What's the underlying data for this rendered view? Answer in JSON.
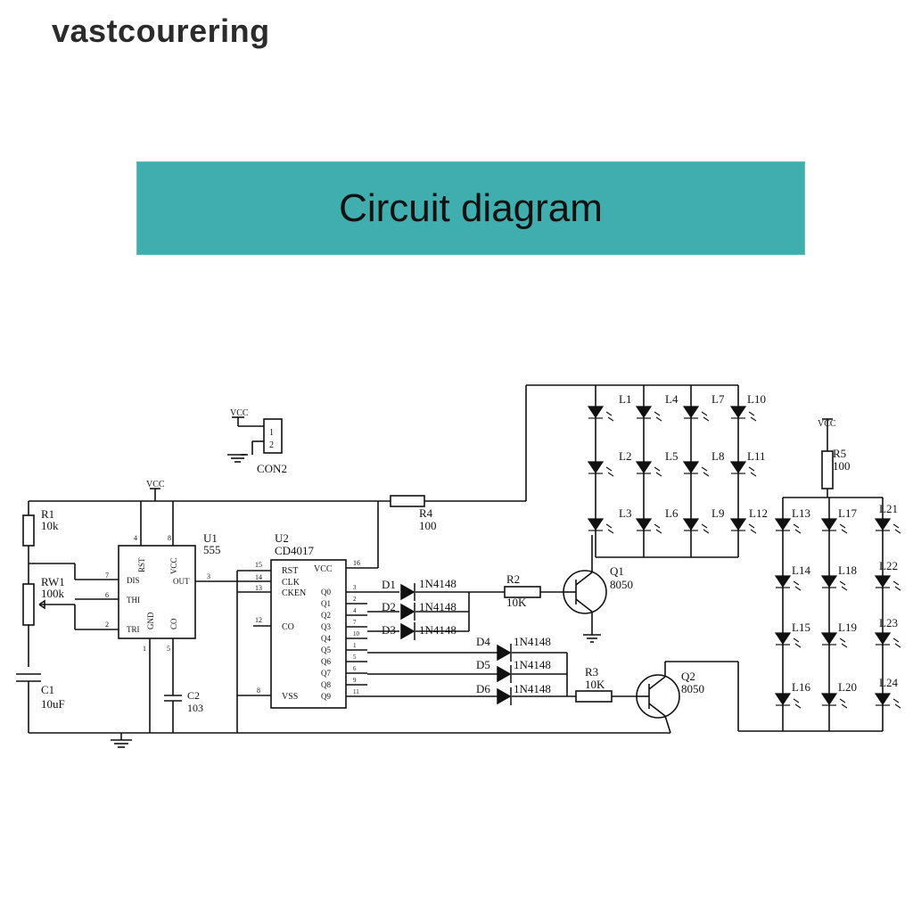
{
  "watermark": "vastcourering",
  "banner": {
    "title": "Circuit diagram",
    "color": "#40aeae"
  },
  "components": {
    "con2": {
      "vcc": "VCC",
      "pin1": "1",
      "pin2": "2",
      "name": "CON2"
    },
    "vcc_main": "VCC",
    "vcc_r5": "VCC",
    "r1": {
      "name": "R1",
      "value": "10k"
    },
    "rw1": {
      "name": "RW1",
      "value": "100k"
    },
    "c1": {
      "name": "C1",
      "value": "10uF"
    },
    "c2": {
      "name": "C2",
      "value": "103"
    },
    "r2": {
      "name": "R2",
      "value": "10K"
    },
    "r3": {
      "name": "R3",
      "value": "10K"
    },
    "r4": {
      "name": "R4",
      "value": "100"
    },
    "r5": {
      "name": "R5",
      "value": "100"
    },
    "q1": {
      "name": "Q1",
      "value": "8050"
    },
    "q2": {
      "name": "Q2",
      "value": "8050"
    },
    "u1": {
      "name": "U1",
      "part": "555",
      "pins": {
        "rst": "RST",
        "vcc": "VCC",
        "dis": "DIS",
        "thr": "THI",
        "tri": "TRI",
        "out": "OUT",
        "gnd": "GND",
        "co": "CO"
      },
      "pin_numbers": {
        "p4": "4",
        "p8": "8",
        "p7": "7",
        "p6": "6",
        "p2": "2",
        "p3": "3",
        "p1": "1",
        "p5": "5"
      }
    },
    "u2": {
      "name": "U2",
      "part": "CD4017",
      "left_pins": [
        "RST",
        "CLK",
        "CKEN",
        "CO",
        "VSS"
      ],
      "left_numbers": [
        "15",
        "14",
        "13",
        "12",
        "8"
      ],
      "vcc": "VCC",
      "vcc_number": "16",
      "outputs": [
        "Q0",
        "Q1",
        "Q2",
        "Q3",
        "Q4",
        "Q5",
        "Q6",
        "Q7",
        "Q8",
        "Q9"
      ],
      "output_numbers": [
        "3",
        "2",
        "4",
        "7",
        "10",
        "1",
        "5",
        "6",
        "9",
        "11"
      ]
    },
    "diodes": [
      {
        "name": "D1",
        "part": "1N4148"
      },
      {
        "name": "D2",
        "part": "1N4148"
      },
      {
        "name": "D3",
        "part": "1N4148"
      },
      {
        "name": "D4",
        "part": "1N4148"
      },
      {
        "name": "D5",
        "part": "1N4148"
      },
      {
        "name": "D6",
        "part": "1N4148"
      }
    ],
    "leds": [
      "L1",
      "L2",
      "L3",
      "L4",
      "L5",
      "L6",
      "L7",
      "L8",
      "L9",
      "L10",
      "L11",
      "L12",
      "L13",
      "L14",
      "L15",
      "L16",
      "L17",
      "L18",
      "L19",
      "L20",
      "L21",
      "L22",
      "L23",
      "L24"
    ]
  }
}
